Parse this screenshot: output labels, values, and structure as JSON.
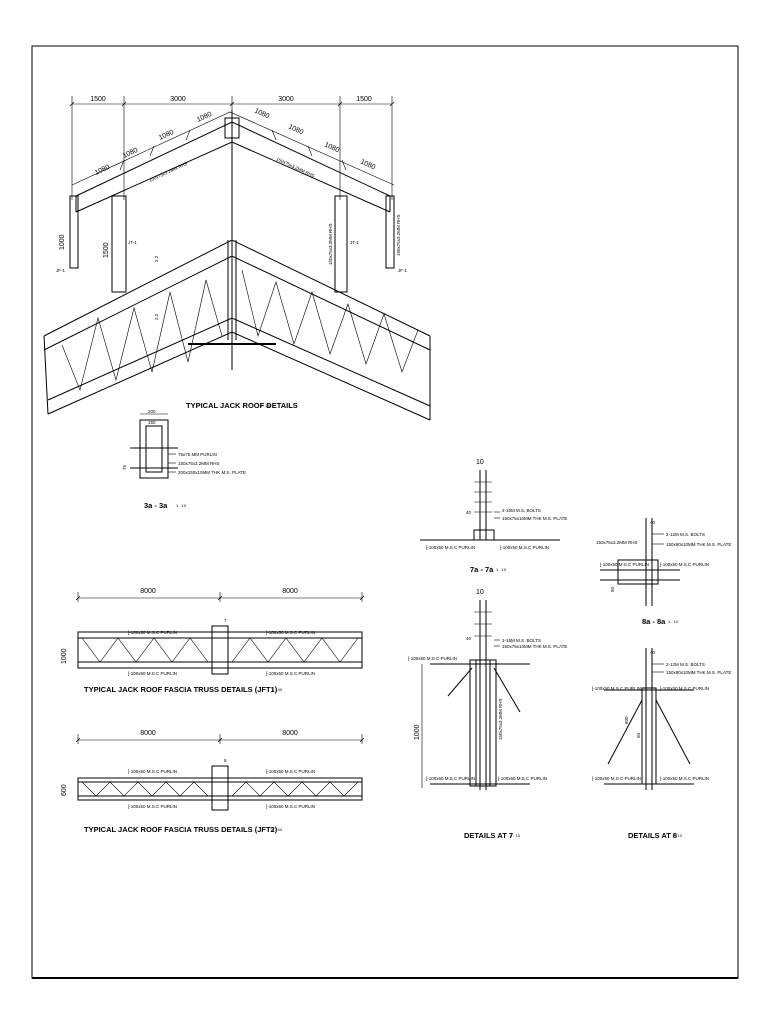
{
  "colors": {
    "line": "#000000",
    "paper": "#ffffff"
  },
  "roof": {
    "title": "TYPICAL JACK ROOF DETAILS",
    "scale": "1 : 25",
    "dims_top": [
      "1500",
      "3000",
      "3000",
      "1500"
    ],
    "dims_slope": [
      "1080",
      "1080",
      "1080",
      "1080",
      "1080",
      "1080",
      "1080",
      "1080"
    ],
    "dim_left_height": "1000",
    "dim_left_post": "1500",
    "labels": {
      "jf1_left": "JF-1",
      "jf1_right": "JF-1",
      "jt1_left": "JT-1",
      "jt1_right": "JT-1",
      "member_left": "150x75x3.2MM RHS",
      "member_right": "150x75x3.2MM RHS",
      "post_left": "150x75x3.2MM RHS",
      "post_right": "150x75x3.2MM RHS",
      "post_far_right": "150x75x3.2MM RHS",
      "slope_mark_a": "2.2",
      "slope_mark_b": "2.2"
    }
  },
  "section_3a": {
    "title": "3a - 3a",
    "scale": "1 : 10",
    "dims": [
      "200",
      "150",
      "75"
    ],
    "notes": [
      "75x75 MM PURLIN",
      "150x75x3.2MM RHS",
      "200x150x10MM THK M.S. PLATE"
    ]
  },
  "section_7a": {
    "title": "7a - 7a",
    "scale": "1 : 10",
    "dims": [
      "10",
      "40"
    ],
    "notes": [
      "2-16M M.S. BOLTS",
      "150x75x10MM THK M.S. PLATE"
    ],
    "purlin": "[-100x50 M.S.C PURLIN"
  },
  "section_8a": {
    "title": "8a - 8a",
    "scale": "1 : 10",
    "dims": [
      "40",
      "50"
    ],
    "notes": [
      "2-12M M.S. BOLTS",
      "150x80x10MM THK M.S. PLATE"
    ],
    "member": "150x75x3.2MM RHS",
    "purlin": "[-100x50 M.S.C PURLIN"
  },
  "jft1": {
    "title": "TYPICAL JACK ROOF FASCIA TRUSS DETAILS (JFT1)",
    "scale": "1 : 40",
    "dims": [
      "8000",
      "8000"
    ],
    "height": "1000",
    "marker": "7",
    "purlin_labels": [
      "[-100x50 M.S.C PURLIN",
      "[-100x50 M.S.C PURLIN",
      "[-100x50 M.S.C PURLIN",
      "[-100x50 M.S.C PURLIN"
    ]
  },
  "jft2": {
    "title": "TYPICAL JACK ROOF FASCIA TRUSS DETAILS (JFT2)",
    "scale": "1 : 40",
    "dims": [
      "8000",
      "8000"
    ],
    "height": "600",
    "marker": "8",
    "purlin_labels": [
      "[-100x50 M.S.C PURLIN",
      "[-100x50 M.S.C PURLIN",
      "[-100x50 M.S.C PURLIN",
      "[-100x50 M.S.C PURLIN"
    ]
  },
  "detail_7": {
    "title": "DETAILS AT 7",
    "scale": "1 : 10",
    "dims": [
      "10",
      "40",
      "1000"
    ],
    "notes": [
      "2-16M M.S. BOLTS",
      "150x75x10MM THK M.S. PLATE",
      "150x75x3.2MM RHS"
    ],
    "purlins": [
      "[-100x50 M.S.C PURLIN",
      "[-100x50 M.S.C PURLIN",
      "[-100x50 M.S.C PURLIN"
    ]
  },
  "detail_8": {
    "title": "DETAILS AT 8",
    "scale": "1 : 10",
    "dims": [
      "40",
      "50",
      "600"
    ],
    "notes": [
      "2-12M M.S. BOLTS",
      "150x80x10MM THK M.S. PLATE"
    ],
    "purlins": [
      "[-100x50 M.S.C PURLIN",
      "[-100x50 M.S.C PURLIN",
      "[-100x50 M.S.C PURLIN",
      "[-100x50 M.S.C PURLIN"
    ]
  }
}
